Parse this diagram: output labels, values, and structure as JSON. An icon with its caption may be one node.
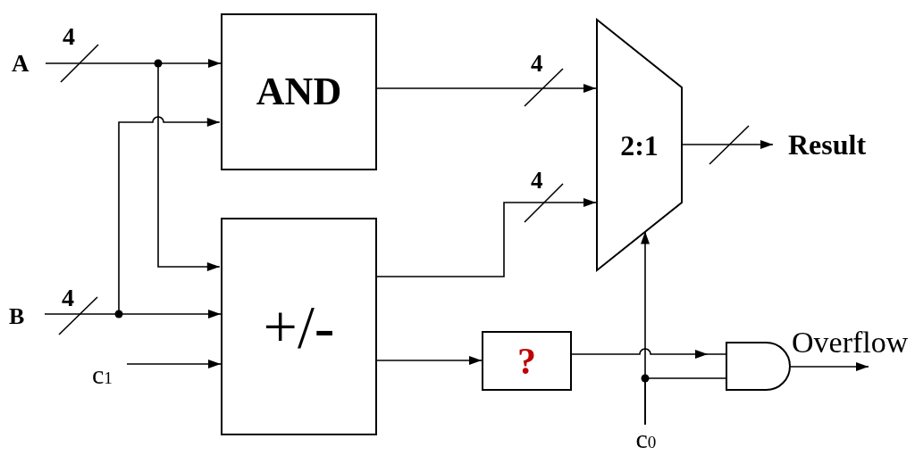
{
  "diagram": {
    "nodes": [
      {
        "text": [
          "A"
        ]
      },
      {
        "text": [
          "AND"
        ]
      },
      {
        "text": [
          "2:1"
        ]
      },
      {
        "text": [
          "Result"
        ]
      },
      {
        "text": [
          "B"
        ]
      },
      {
        "text": [
          "+/-"
        ]
      },
      {
        "text": [
          "c$_{1}$"
        ]
      },
      {
        "text": [
          "?"
        ]
      },
      {
        "text": [],
        "shape": "gate"
      },
      {
        "text": [
          "c$_{0}$"
        ]
      }
    ],
    "edges": [
      {
        "from": 0,
        "to": 1,
        "arrow": "to",
        "label": "4"
      },
      {
        "from": 0,
        "to": 5,
        "arrow": "to"
      },
      {
        "from": 4,
        "to": 5,
        "arrow": "to",
        "label": "4"
      },
      {
        "from": 4,
        "to": 1,
        "arrow": "to"
      },
      {
        "from": 6,
        "to": 5,
        "arrow": "to"
      },
      {
        "from": 1,
        "to": 2,
        "arrow": "to",
        "label": "4"
      },
      {
        "from": 5,
        "to": 2,
        "arrow": "to",
        "label": "4"
      },
      {
        "from": 2,
        "to": 3,
        "arrow": "to"
      },
      {
        "from": 5,
        "to": 7,
        "arrow": "to"
      },
      {
        "from": 7,
        "to": 8,
        "arrow": "to"
      },
      {
        "from": 9,
        "to": 2,
        "arrow": "to"
      },
      {
        "from": 9,
        "to": 8,
        "arrow": "none"
      },
      {
        "from": 8,
        "to": null,
        "arrow": "to",
        "label": "Overflow"
      }
    ]
  }
}
